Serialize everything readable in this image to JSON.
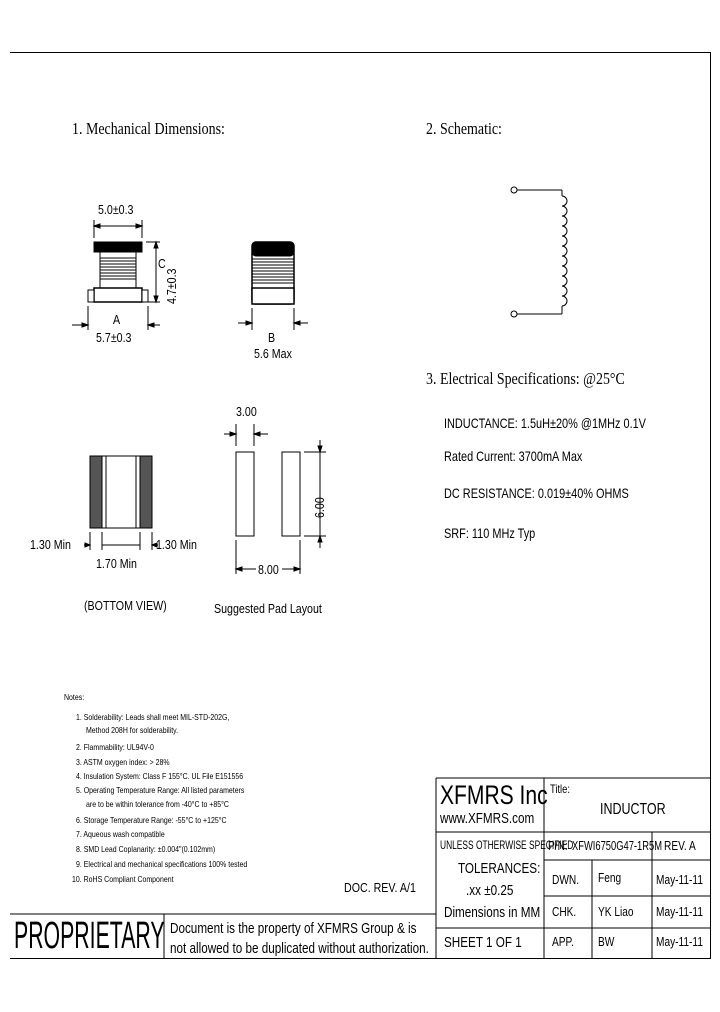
{
  "sections": {
    "mechanical": "1. Mechanical Dimensions:",
    "schematic": "2. Schematic:",
    "electrical": "3. Electrical Specifications: @25°C"
  },
  "mechanical": {
    "width_dim": "5.0±0.3",
    "c_label": "C",
    "height_dim": "4.7±0.3",
    "a_label": "A",
    "a_dim": "5.7±0.3",
    "b_label": "B",
    "b_dim": "5.6 Max",
    "pad_left": "1.30 Min",
    "pad_right": "1.30 Min",
    "pad_center": "1.70 Min",
    "bottom_view": "(BOTTOM VIEW)",
    "pad_gap": "3.00",
    "pad_height": "6.00",
    "pad_span": "8.00",
    "pad_layout": "Suggested Pad Layout"
  },
  "electrical": {
    "inductance": "INDUCTANCE: 1.5uH±20% @1MHz 0.1V",
    "rated_current": "Rated Current: 3700mA Max",
    "dc_resistance": "DC RESISTANCE: 0.019±40% OHMS",
    "srf": "SRF: 110 MHz Typ"
  },
  "notes": {
    "title": "Notes:",
    "items": [
      "1. Solderability: Leads shall meet MIL-STD-202G,",
      "Method 208H for solderability.",
      "2. Flammability: UL94V-0",
      "3. ASTM oxygen index: > 28%",
      "4. Insulation System: Class F 155°C. UL File E151556",
      "5. Operating Temperature Range: All listed parameters",
      "are to be within tolerance from -40°C to +85°C",
      "6. Storage Temperature Range: -55°C to +125°C",
      "7. Aqueous wash compatible",
      "8. SMD Lead Coplanarity: ±0.004\"(0.102mm)",
      "9. Electrical and mechanical specifications 100% tested",
      "10. RoHS Compliant Component"
    ]
  },
  "doc_rev": "DOC. REV. A/1",
  "title_block": {
    "company": "XFMRS Inc",
    "website": "www.XFMRS.com",
    "title_label": "Title:",
    "title_value": "INDUCTOR",
    "unless": "UNLESS OTHERWISE SPECIFIED",
    "tolerances": "TOLERANCES:",
    "tol_value": ".xx ±0.25",
    "dims_in": "Dimensions in MM",
    "sheet": "SHEET 1 OF 1",
    "pn_label": "P/N:",
    "pn_value": "XFWI6750G47-1R5M",
    "rev": "REV. A",
    "rows": [
      {
        "role": "DWN.",
        "name": "Feng",
        "date": "May-11-11"
      },
      {
        "role": "CHK.",
        "name": "YK Liao",
        "date": "May-11-11"
      },
      {
        "role": "APP.",
        "name": "BW",
        "date": "May-11-11"
      }
    ]
  },
  "proprietary": {
    "label": "PROPRIETARY",
    "line1": "Document is the property of XFMRS Group & is",
    "line2": "not allowed to be duplicated without authorization."
  }
}
